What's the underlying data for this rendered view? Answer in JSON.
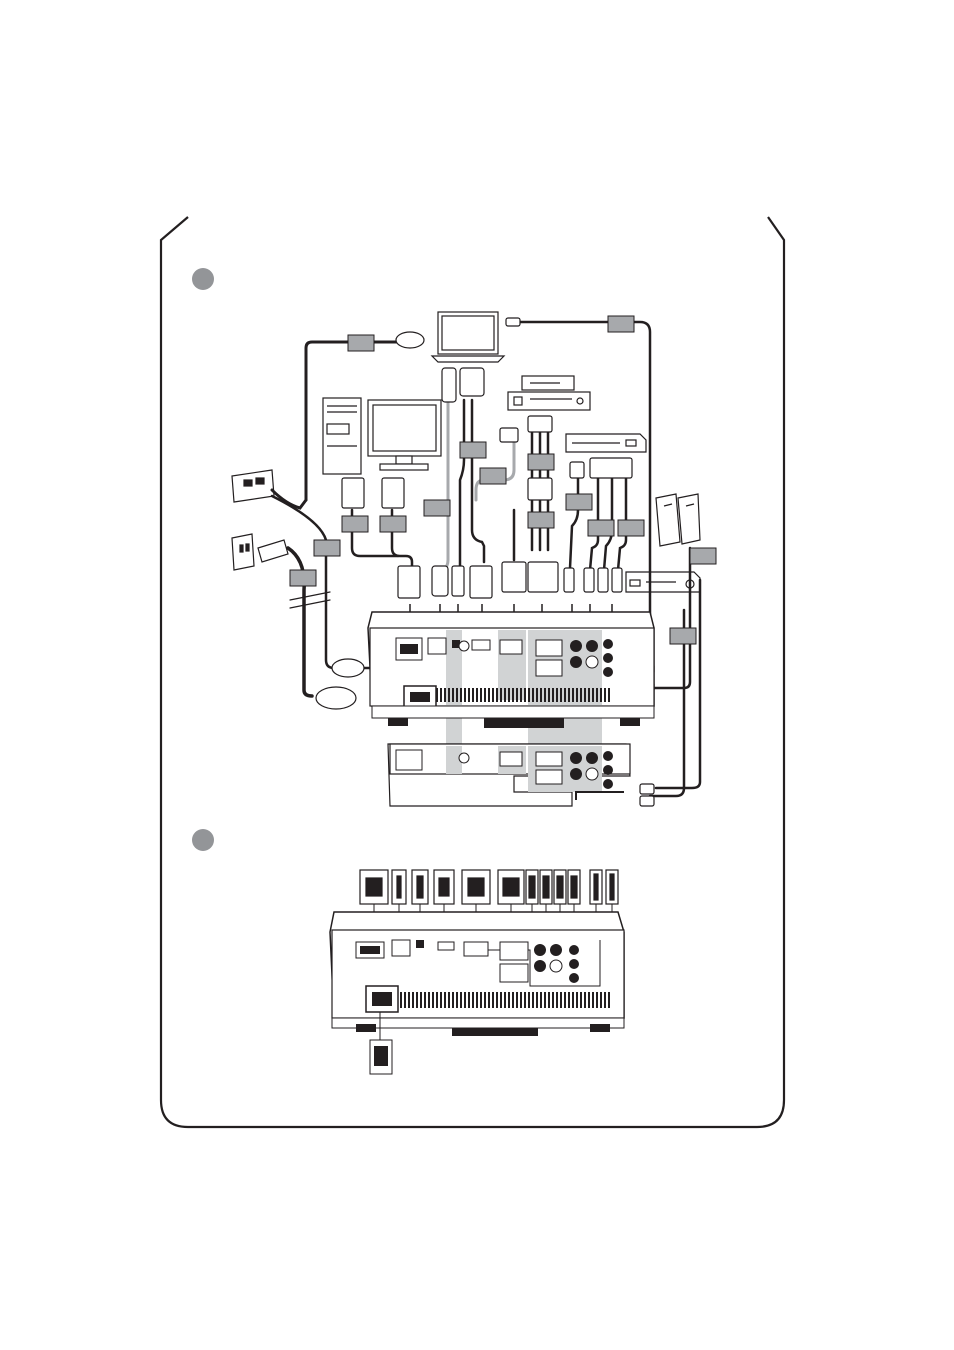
{
  "page": {
    "background": "#ffffff",
    "frame_color": "#231f20",
    "label_fill": "#a7a9ac",
    "section_dot_fill": "#939598",
    "panel_highlight": "#d1d3d4"
  },
  "sections": [
    {
      "id": "connection-diagram",
      "marker": "section-dot"
    },
    {
      "id": "port-identification",
      "marker": "section-dot"
    }
  ],
  "devices": [
    {
      "name": "laptop",
      "icon": "laptop-icon"
    },
    {
      "name": "desktop-tower",
      "icon": "pc-tower-icon"
    },
    {
      "name": "monitor",
      "icon": "monitor-icon"
    },
    {
      "name": "dvd-player",
      "icon": "dvd-player-icon"
    },
    {
      "name": "vcr",
      "icon": "vcr-icon"
    },
    {
      "name": "set-top-box",
      "icon": "set-top-box-icon"
    },
    {
      "name": "speakers",
      "icon": "speaker-icon"
    },
    {
      "name": "amplifier",
      "icon": "amplifier-icon"
    },
    {
      "name": "power-outlet",
      "icon": "power-outlet-icon"
    },
    {
      "name": "lan-wall-jack",
      "icon": "lan-jack-icon"
    },
    {
      "name": "projector",
      "icon": "projector-icon"
    }
  ],
  "cable_labels": [
    {
      "text": ""
    },
    {
      "text": ""
    },
    {
      "text": ""
    },
    {
      "text": ""
    },
    {
      "text": ""
    },
    {
      "text": ""
    },
    {
      "text": ""
    },
    {
      "text": ""
    },
    {
      "text": ""
    },
    {
      "text": ""
    },
    {
      "text": ""
    },
    {
      "text": ""
    },
    {
      "text": ""
    },
    {
      "text": ""
    },
    {
      "text": ""
    },
    {
      "text": ""
    }
  ]
}
